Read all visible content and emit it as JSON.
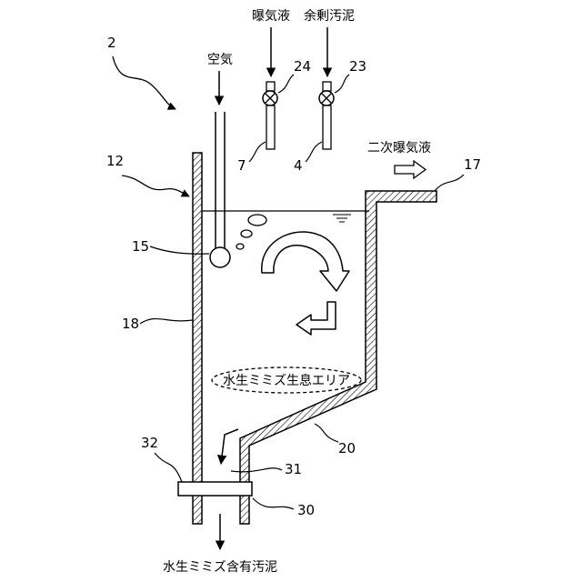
{
  "labels": {
    "aeration_in": "曝気液",
    "excess_sludge": "余剰汚泥",
    "air": "空気",
    "secondary_aeration": "二次曝気液",
    "worm_zone": "水生ミミズ生息エリア",
    "output": "水生ミミズ含有汚泥"
  },
  "refs": {
    "r2": "2",
    "r24": "24",
    "r23": "23",
    "r7": "7",
    "r4": "4",
    "r12": "12",
    "r17": "17",
    "r15": "15",
    "r18": "18",
    "r20": "20",
    "r32": "32",
    "r31": "31",
    "r30": "30"
  },
  "colors": {
    "line": "#000000",
    "background": "#ffffff"
  }
}
